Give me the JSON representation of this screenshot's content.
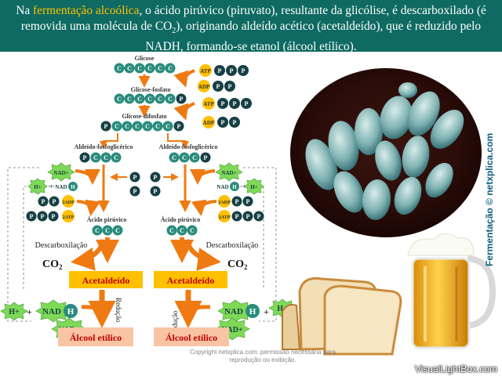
{
  "header": {
    "line1_pre": "Na ",
    "line1_highlight": "fermentação alcoólica",
    "line1_post": ", o ácido pirúvico (piruvato), resultante da glicólise, é descarboxilado (é",
    "line2_pre": "removida uma molécula de CO",
    "line2_sub": "2",
    "line2_post": "), originando aldeído acético (acetaldeído), que é reduzido pelo",
    "line3": "NADH, formando-se etanol (álcool etílico)."
  },
  "diagram": {
    "glicose": "Glicose",
    "glicose_fosfato": "Glicose-fosfato",
    "glicose_difosfato": "Glicose-difosfato",
    "aldeido_fosfoglicerico": "Aldeído-fosfoglicérico",
    "acido_piruvico": "Ácido pirúvico",
    "descarboxilacao": "Descarboxilação",
    "co2": "CO",
    "co2_sub": "2",
    "acetaldeido": "Acetaldeído",
    "reducao": "Redução",
    "alcool_etilico": "Álcool etílico",
    "c": "C",
    "p": "P",
    "atp": "ATP",
    "adp": "ADP",
    "nad_plus": "NAD+",
    "nad": "NAD",
    "h": "H",
    "h_plus": "H+",
    "plus": "+",
    "two_adp": "2ADP",
    "two_atp": "2ATP"
  },
  "side_credit": "Fermentação © netxplica.com",
  "copyright": "Copyright netxplica.com: permissão necessária para reprodução ou exibição.",
  "watermark": "VisualLightBox.com",
  "colors": {
    "header_bg": "#0e6a62",
    "highlight": "#ffc000",
    "carbon": "#2a8c7c",
    "phosphate": "#173f44",
    "arrow": "#f07a12",
    "box": "#ffc000",
    "box_text": "#c00000",
    "alcool_box": "#f8c4a4",
    "nad_star": "#7ed957"
  }
}
